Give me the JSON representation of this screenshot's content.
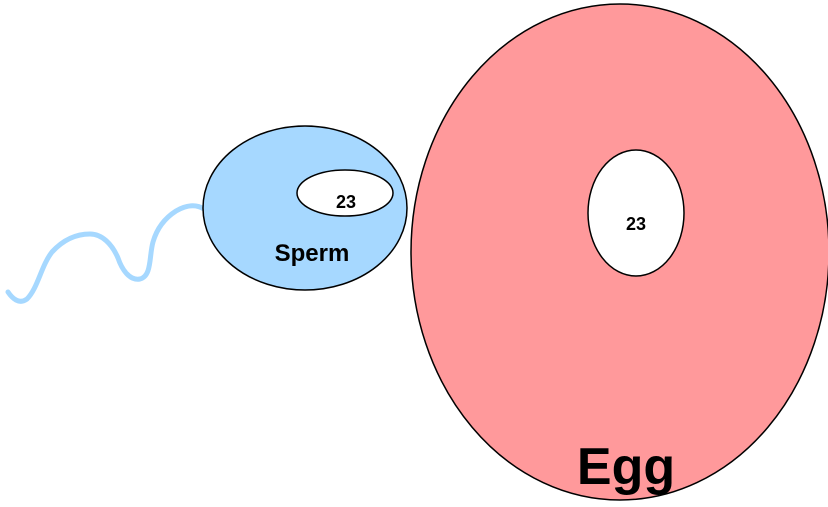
{
  "sperm": {
    "label": "Sperm",
    "chromosome_count": "23",
    "fill_color": "#a6d8ff"
  },
  "egg": {
    "label": "Egg",
    "chromosome_count": "23",
    "fill_color": "#ff999b"
  },
  "nucleus_fill": "#ffffff",
  "outline_color": "#000000"
}
